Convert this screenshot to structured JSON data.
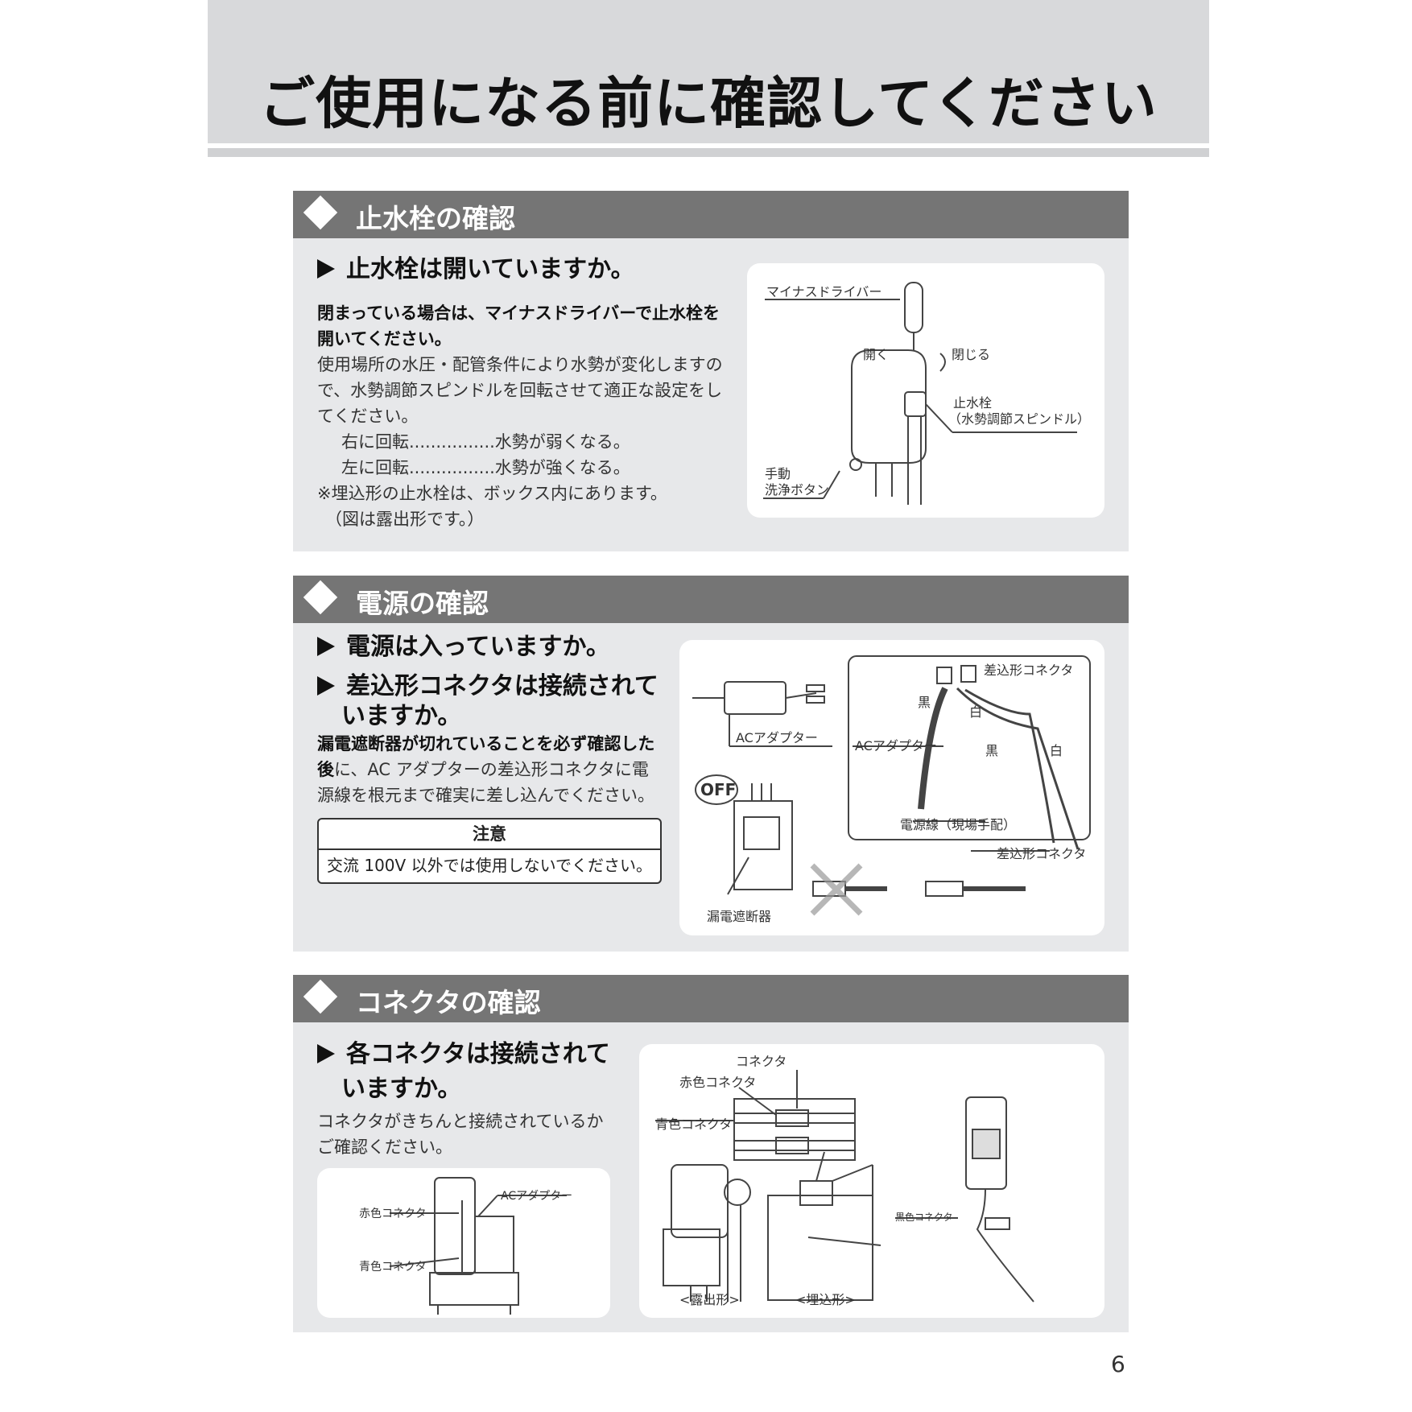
{
  "page_title": "ご使用になる前に確認してください",
  "page_number": "6",
  "sec1": {
    "heading": "止水栓の確認",
    "question": "止水栓は開いていますか。",
    "body_bold_1": "閉まっている場合は、マイナスドライバーで止水栓を",
    "body_bold_2": "開いてください。",
    "body_1": "使用場所の水圧・配管条件により水勢が変化しますの",
    "body_2": "で、水勢調節スピンドルを回転させて適正な設定をし",
    "body_3": "てください。",
    "right_rot": "右に回転................水勢が弱くなる。",
    "left_rot": "左に回転................水勢が強くなる。",
    "note_1": "※埋込形の止水栓は、ボックス内にあります。",
    "note_2": "（図は露出形です。）",
    "fig": {
      "screwdriver": "マイナスドライバー",
      "open": "開く",
      "close": "閉じる",
      "valve_1": "止水栓",
      "valve_2": "（水勢調節スピンドル）",
      "button_1": "手動",
      "button_2": "洗浄ボタン"
    }
  },
  "sec2": {
    "heading": "電源の確認",
    "question_1": "電源は入っていますか。",
    "question_2a": "差込形コネクタは接続されて",
    "question_2b": "いますか。",
    "body_bold_1": "漏電遮断器が切れていることを必ず確認した",
    "body_bold_2": "後",
    "body_1": "に、AC アダプターの差込形コネクタに電",
    "body_2": "源線を根元まで確実に差し込んでください。",
    "caution_head": "注意",
    "caution_body": "交流 100V 以外では使用しないでください。",
    "fig": {
      "ac_adapter": "ACアダプター",
      "off": "OFF",
      "breaker": "漏電遮断器",
      "plug_connector": "差込形コネクタ",
      "black": "黒",
      "white": "白",
      "ac_adapter_2": "ACアダプター",
      "power_line": "電源線（現場手配）",
      "plug_connector_2": "差込形コネクタ"
    }
  },
  "sec3": {
    "heading": "コネクタの確認",
    "question_a": "各コネクタは接続されて",
    "question_b": "いますか。",
    "body_1": "コネクタがきちんと接続されているか",
    "body_2": "ご確認ください。",
    "fig_left": {
      "red": "赤色コネクタ",
      "blue": "青色コネクタ",
      "ac": "ACアダプター"
    },
    "fig_right": {
      "connector": "コネクタ",
      "red": "赤色コネクタ",
      "blue": "青色コネクタ",
      "black": "黒色コネクタ",
      "exposed": "<露出形>",
      "embedded": "<埋込形>"
    }
  }
}
